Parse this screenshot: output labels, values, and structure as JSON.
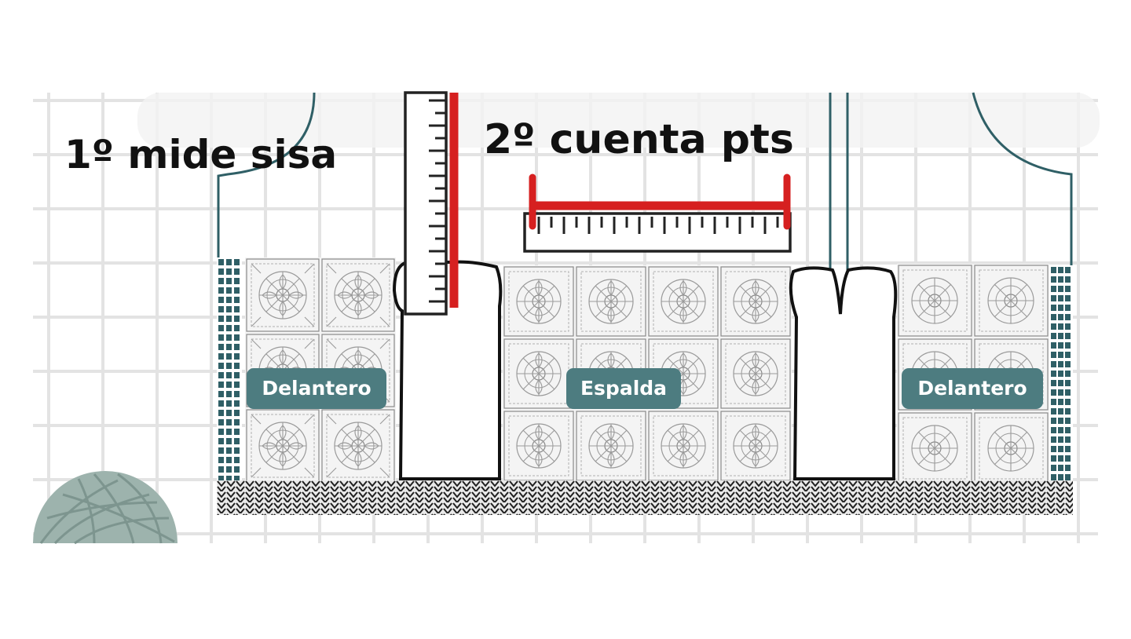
{
  "steps": {
    "measure": "1º mide sisa",
    "count": "2º cuenta pts"
  },
  "panels": {
    "front_left": "Delantero",
    "back": "Espalda",
    "front_right": "Delantero"
  },
  "icons": [
    "ruler-icon",
    "yarn-ball-icon",
    "granny-square-icon"
  ],
  "colors": {
    "teal": "#2f5f66",
    "label_bg": "#4d7c80",
    "measure_red": "#d62020",
    "grid": "#e3e3e3",
    "yarn": "#9db3ad"
  }
}
